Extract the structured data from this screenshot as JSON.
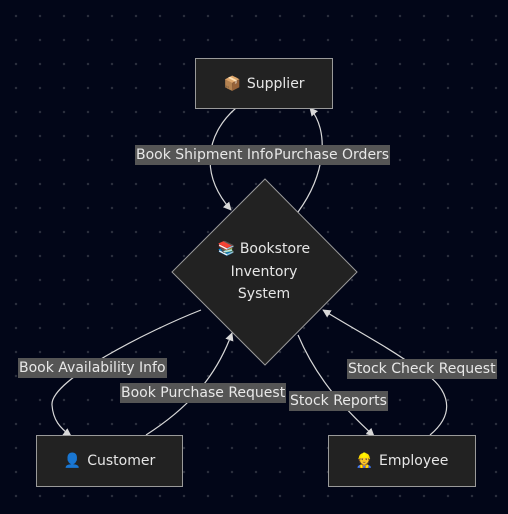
{
  "nodes": {
    "supplier": {
      "label": "Supplier",
      "icon": "📦"
    },
    "center": {
      "icon": "📚",
      "line1": "Bookstore",
      "line2": "Inventory",
      "line3": "System"
    },
    "customer": {
      "label": "Customer",
      "icon": "👤"
    },
    "employee": {
      "label": "Employee",
      "icon": "👷"
    }
  },
  "edges": {
    "shipment": "Book Shipment Info",
    "purchase_orders": "Purchase Orders",
    "availability": "Book Availability Info",
    "purchase_request": "Book Purchase Request",
    "stock_reports": "Stock Reports",
    "stock_check": "Stock Check Request"
  }
}
